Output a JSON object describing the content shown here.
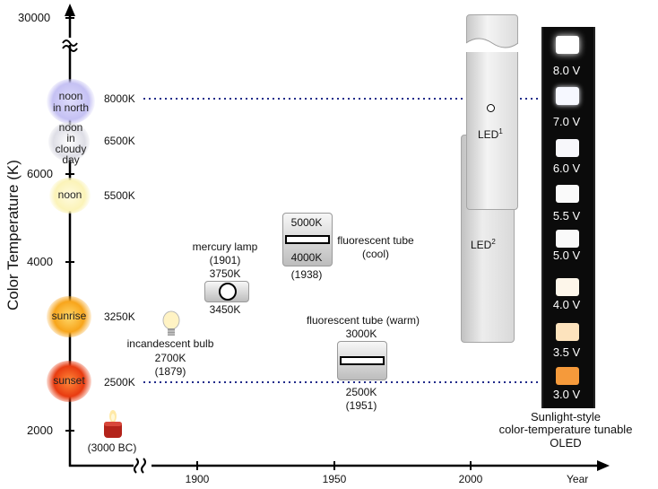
{
  "y_axis": {
    "label": "Color Temperature (K)",
    "ticks": [
      "30000",
      "6000",
      "4000",
      "2000"
    ]
  },
  "x_axis": {
    "label": "Year",
    "ticks": [
      "1900",
      "1950",
      "2000"
    ]
  },
  "sun_points": [
    {
      "label": "noon in north",
      "temp": "8000K",
      "color": "#c9c6f5"
    },
    {
      "label": "noon in cloudy day",
      "temp": "6500K",
      "color": "#e6e6ea"
    },
    {
      "label": "noon",
      "temp": "5500K",
      "color": "#fbf6c8"
    },
    {
      "label": "sunrise",
      "temp": "3250K",
      "color": "#f7a51c"
    },
    {
      "label": "sunset",
      "temp": "2500K",
      "color": "#e83b10"
    }
  ],
  "sources": {
    "candle": {
      "year_label": "(3000 BC)"
    },
    "bulb": {
      "name": "incandescent bulb",
      "temp": "2700K",
      "year": "(1879)"
    },
    "mercury": {
      "name": "mercury lamp",
      "year": "(1901)",
      "temp_high": "3750K",
      "temp_low": "3450K"
    },
    "fluor_cool": {
      "temp_high": "5000K",
      "temp_low": "4000K",
      "name_line1": "fluorescent tube",
      "name_line2": "(cool)",
      "year": "(1938)"
    },
    "fluor_warm": {
      "name": "fluorescent tube (warm)",
      "temp_high": "3000K",
      "temp_low": "2500K",
      "year": "(1951)"
    },
    "led1": {
      "label": "LED",
      "sup": "1"
    },
    "led2": {
      "label": "LED",
      "sup": "2"
    }
  },
  "oled": {
    "caption_line1": "Sunlight-style",
    "caption_line2": "color-temperature tunable",
    "caption_line3": "OLED",
    "levels": [
      {
        "voltage": "8.0 V",
        "color": "#ffffff"
      },
      {
        "voltage": "7.0 V",
        "color": "#f6f8ff"
      },
      {
        "voltage": "6.0 V",
        "color": "#f7f7fb"
      },
      {
        "voltage": "5.5 V",
        "color": "#fafafa"
      },
      {
        "voltage": "5.0 V",
        "color": "#fafafa"
      },
      {
        "voltage": "4.0 V",
        "color": "#fdf6ea"
      },
      {
        "voltage": "3.5 V",
        "color": "#fde3bd"
      },
      {
        "voltage": "3.0 V",
        "color": "#f59a3b"
      }
    ]
  }
}
